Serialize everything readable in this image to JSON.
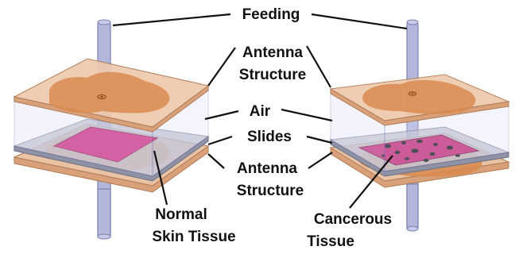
{
  "labels": {
    "feeding": "Feeding",
    "antenna_top_1": "Antenna",
    "antenna_top_2": "Structure",
    "air": "Air",
    "slides": "Slides",
    "antenna_bottom_1": "Antenna",
    "antenna_bottom_2": "Structure",
    "normal_1": "Normal",
    "normal_2": "Skin Tissue",
    "cancer_1": "Cancerous",
    "cancer_2": "Tissue"
  },
  "colors": {
    "feed_rod": "#9aa0c8",
    "antenna_plate": "#e8b38c",
    "antenna_pattern": "#d9894f",
    "air_box": "#c9ccf0",
    "slide": "#a6a8b8",
    "normal_tissue": "#d01e77",
    "cancer_tissue": "#c62370",
    "cancer_spots": "#111111"
  }
}
